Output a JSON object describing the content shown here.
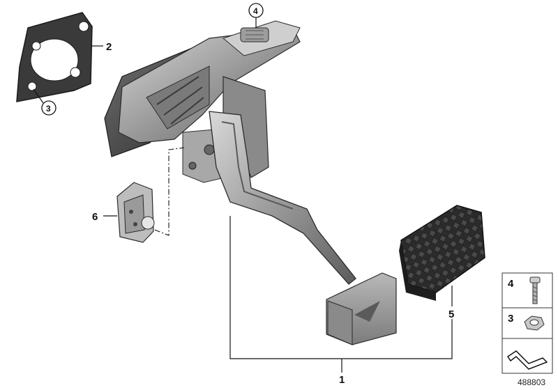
{
  "callouts": {
    "gasket": "2",
    "nut_on_gasket": "3",
    "bolt_top": "4",
    "bracket": "6",
    "pedal_assembly": "1",
    "pedal_pad": "5"
  },
  "legend": {
    "bolt_number": "4",
    "nut_number": "3"
  },
  "catalog_number": "488803",
  "icons": [
    "bolt-icon",
    "hex-nut-icon",
    "pedal-symbol-icon"
  ]
}
